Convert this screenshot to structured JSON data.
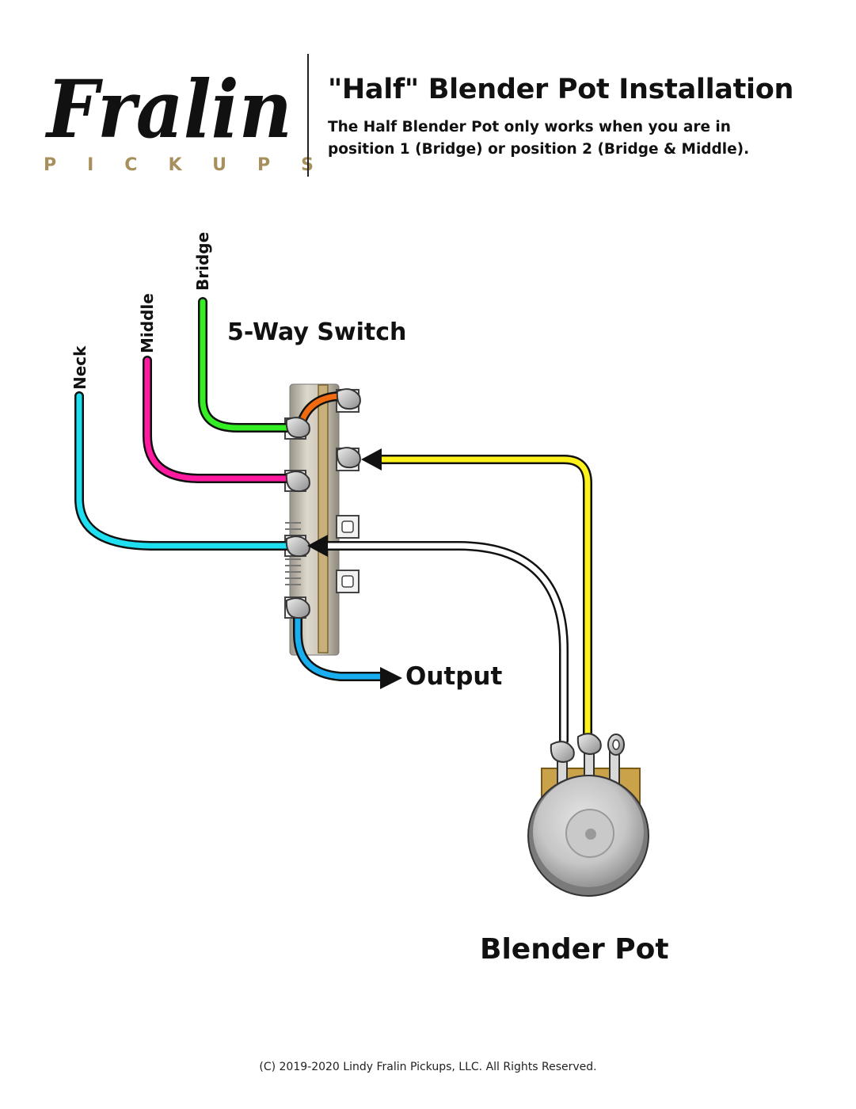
{
  "logo": {
    "name": "Fralin",
    "sub": "PICKUPS"
  },
  "header": {
    "title": "\"Half\" Blender Pot Installation",
    "subtitle_line1": "The Half Blender Pot only works when you are in",
    "subtitle_line2": "position 1 (Bridge) or position 2 (Bridge & Middle)."
  },
  "diagram": {
    "switch_label": "5-Way Switch",
    "output_label": "Output",
    "pot_label": "Blender Pot",
    "wires": {
      "neck": {
        "label": "Neck",
        "color": "#1fe0f0"
      },
      "middle": {
        "label": "Middle",
        "color": "#ff1aa0"
      },
      "bridge": {
        "label": "Bridge",
        "color": "#33ee22"
      },
      "jumper": {
        "color": "#f06a10"
      },
      "output": {
        "color": "#18aef0"
      },
      "pot_yellow": {
        "color": "#fff21a"
      },
      "pot_white": {
        "color": "#ffffff"
      }
    }
  },
  "footer": {
    "copyright": "(C) 2019-2020 Lindy Fralin Pickups, LLC. All Rights Reserved."
  }
}
